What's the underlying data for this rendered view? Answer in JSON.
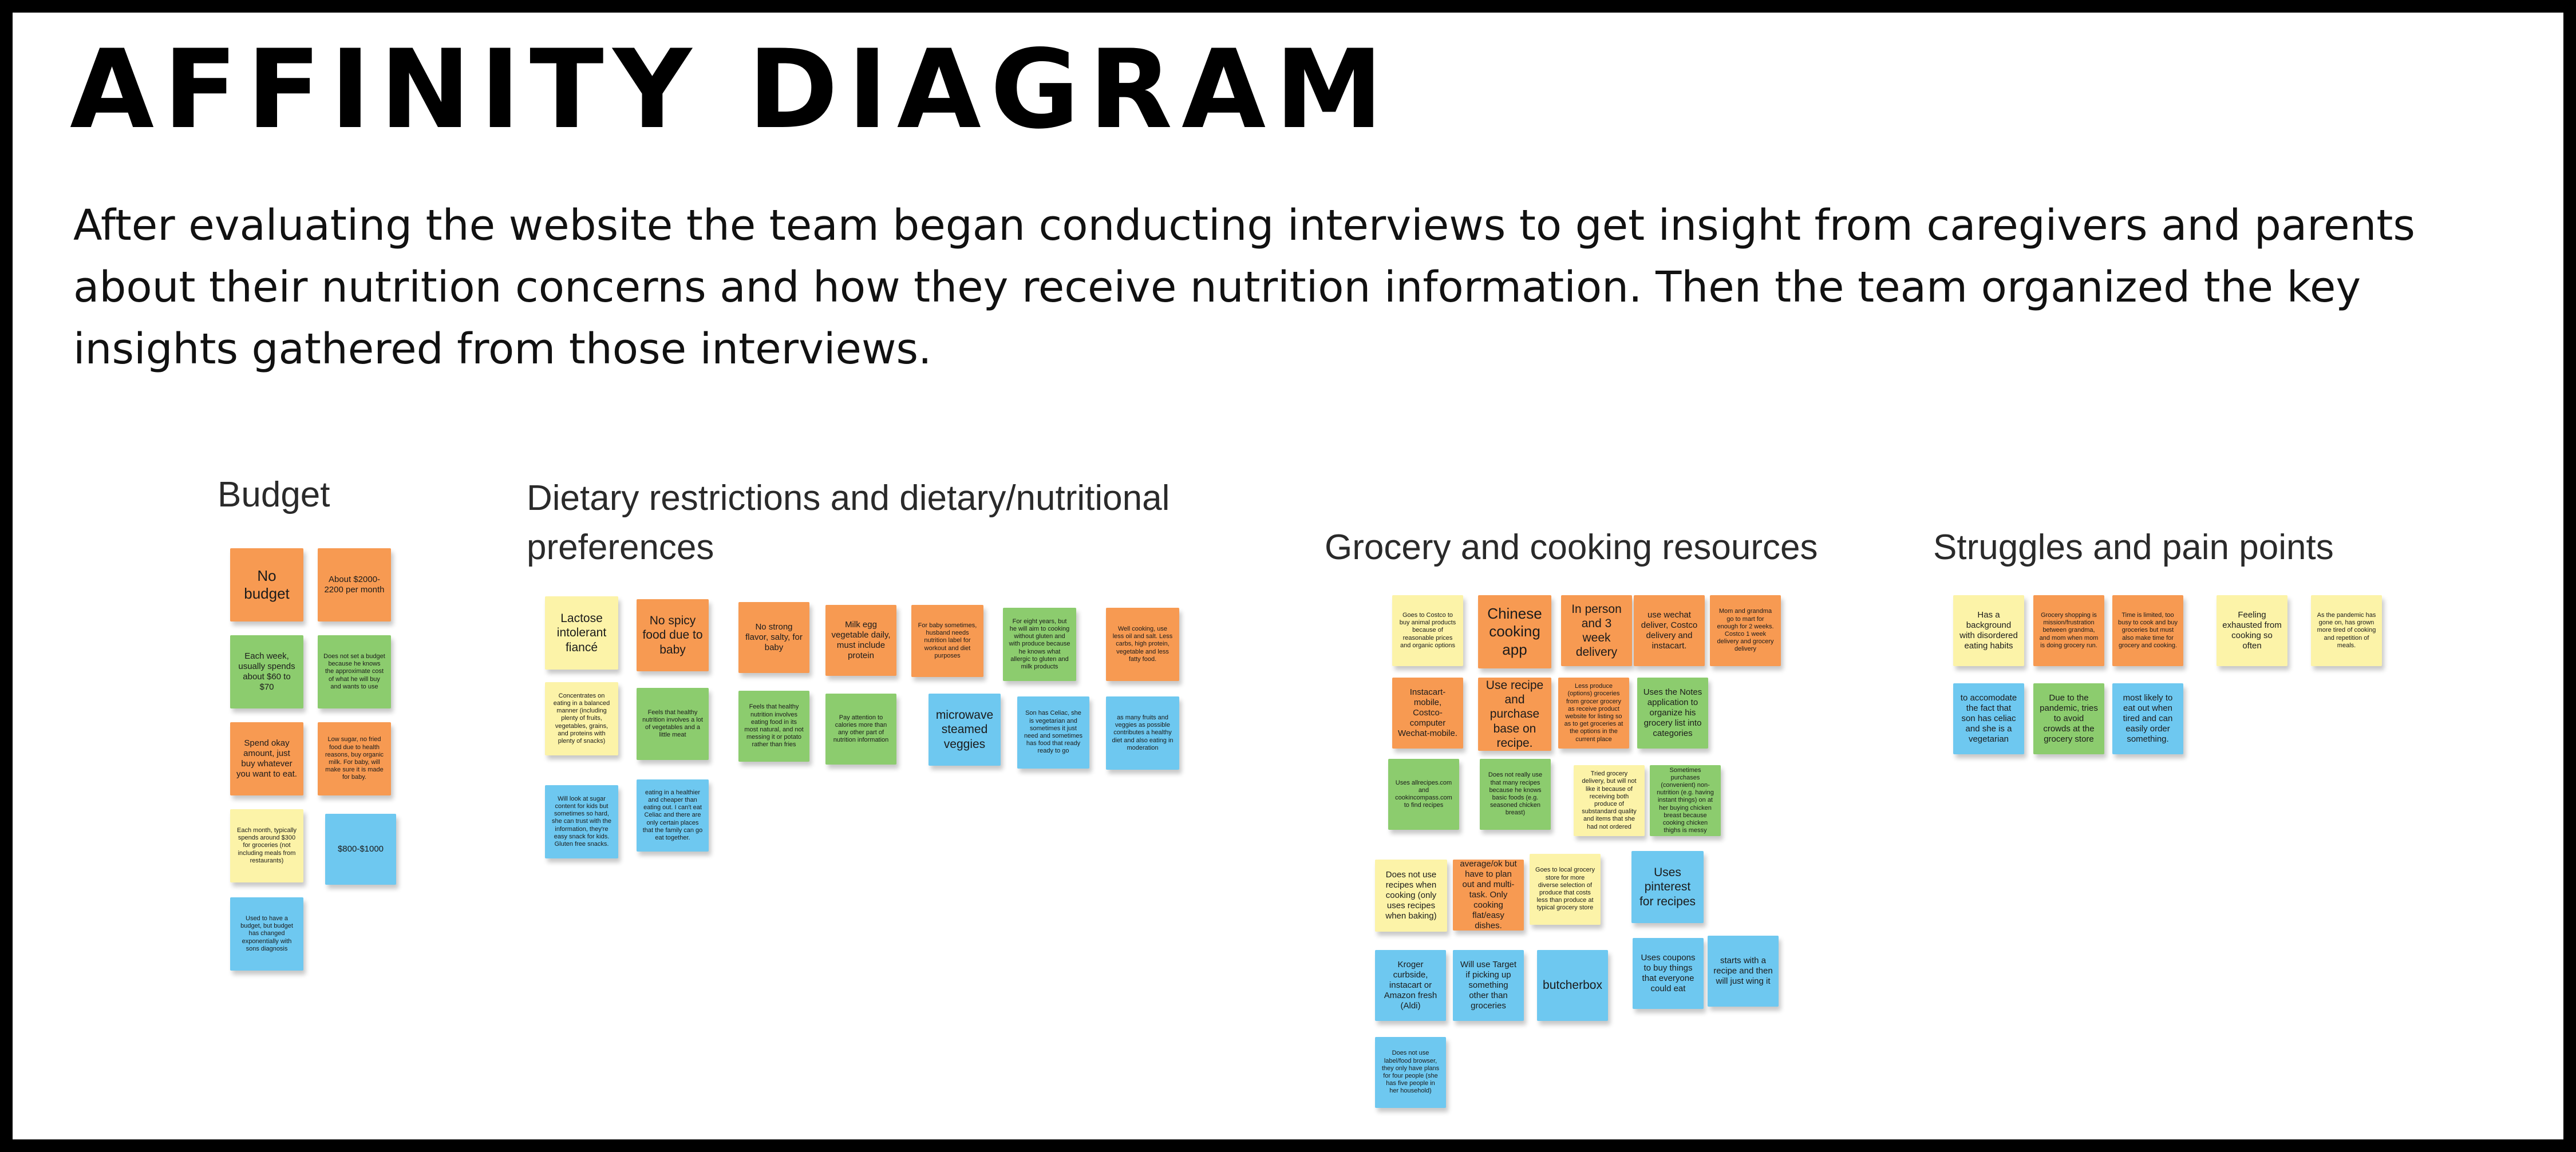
{
  "title": "AFFINITY DIAGRAM",
  "intro": "After evaluating the website the team began conducting interviews to get insight from caregivers and parents about their nutrition concerns and how they receive nutrition information. Then the team organized the key insights gathered from those interviews.",
  "colors": {
    "orange": "#f79a52",
    "green": "#8ccc6e",
    "yellow": "#fcf3a8",
    "blue": "#6ec8f0",
    "border": "#000000"
  },
  "groups": [
    {
      "title": "Budget",
      "notes": [
        {
          "text": "No budget",
          "color": "orange"
        },
        {
          "text": "About $2000-2200 per month",
          "color": "orange"
        },
        {
          "text": "Each week, usually spends about $60 to $70",
          "color": "green"
        },
        {
          "text": "Does not set a budget because he knows the approximate cost of what he will buy and wants to use",
          "color": "green"
        },
        {
          "text": "Spend okay amount, just buy whatever you want to eat.",
          "color": "orange"
        },
        {
          "text": "Low sugar, no fried food due to health reasons, buy organic milk. For baby, will make sure it is made for baby.",
          "color": "orange"
        },
        {
          "text": "Each month, typically spends around $300 for groceries (not including meals from restaurants)",
          "color": "yellow"
        },
        {
          "text": "$800-$1000",
          "color": "blue"
        },
        {
          "text": "Used to have a budget, but budget has changed exponentially with sons diagnosis",
          "color": "blue"
        }
      ]
    },
    {
      "title": "Dietary restrictions and dietary/nutritional preferences",
      "notes": [
        {
          "text": "Lactose intolerant fiancé",
          "color": "yellow"
        },
        {
          "text": "No spicy food due to baby",
          "color": "orange"
        },
        {
          "text": "No strong flavor, salty, for baby",
          "color": "orange"
        },
        {
          "text": "Milk egg vegetable daily, must include protein",
          "color": "orange"
        },
        {
          "text": "For baby sometimes, husband needs nutrition label for workout and diet purposes",
          "color": "orange"
        },
        {
          "text": "For eight years, but he will aim to cooking without gluten and with produce because he knows what allergic to gluten and milk products",
          "color": "green"
        },
        {
          "text": "Well cooking, use less oil and salt. Less carbs, high protein, vegetable and less fatty food.",
          "color": "orange"
        },
        {
          "text": "Concentrates on eating in a balanced manner (including plenty of fruits, vegetables, grains, and proteins with plenty of snacks)",
          "color": "yellow"
        },
        {
          "text": "Feels that healthy nutrition involves a lot of vegetables and a little meat",
          "color": "green"
        },
        {
          "text": "Feels that healthy nutrition involves eating food in its most natural, and not messing it or potato rather than fries",
          "color": "green"
        },
        {
          "text": "Pay attention to calories more than any other part of nutrition information",
          "color": "green"
        },
        {
          "text": "microwave steamed veggies",
          "color": "blue"
        },
        {
          "text": "Son has Celiac, she is vegetarian and sometimes it just need and sometimes has food that ready ready to go",
          "color": "blue"
        },
        {
          "text": "as many fruits and veggies as possible contributes a healthy diet and also eating in moderation",
          "color": "blue"
        },
        {
          "text": "Will look at sugar content for kids but sometimes so hard, she can trust with the information, they're easy snack for kids. Gluten free snacks.",
          "color": "blue"
        },
        {
          "text": "eating in a healthier and cheaper than eating out. I can't eat Celiac and there are only certain places that the family can go eat together.",
          "color": "blue"
        }
      ]
    },
    {
      "title": "Grocery and cooking resources",
      "notes": [
        {
          "text": "Goes to Costco to buy animal products because of reasonable prices and organic options",
          "color": "yellow"
        },
        {
          "text": "Chinese cooking app",
          "color": "orange"
        },
        {
          "text": "In person and 3 week delivery",
          "color": "orange"
        },
        {
          "text": "use wechat deliver, Costco delivery and instacart.",
          "color": "orange"
        },
        {
          "text": "Mom and grandma go to mart for enough for 2 weeks. Costco 1 week delivery and grocery delivery",
          "color": "orange"
        },
        {
          "text": "Instacart-mobile, Costco-computer Wechat-mobile.",
          "color": "orange"
        },
        {
          "text": "Use recipe and purchase base on recipe.",
          "color": "orange"
        },
        {
          "text": "Less produce (options) groceries from grocer grocery as receive product website for listing so as to get groceries at the options in the current place",
          "color": "orange"
        },
        {
          "text": "Uses the Notes application to organize his grocery list into categories",
          "color": "green"
        },
        {
          "text": "Uses allrecipes.com and cookincompass.com to find recipes",
          "color": "green"
        },
        {
          "text": "Does not really use that many recipes because he knows basic foods (e.g. seasoned chicken breast)",
          "color": "green"
        },
        {
          "text": "Tried grocery delivery, but will not like it because of receiving both produce of substandard quality and items that she had not ordered",
          "color": "yellow"
        },
        {
          "text": "Sometimes purchases (convenient) non-nutrition (e.g. having instant things) on at her buying chicken breast because cooking chicken thighs is messy",
          "color": "green"
        },
        {
          "text": "Does not use recipes when cooking (only uses recipes when baking)",
          "color": "yellow"
        },
        {
          "text": "average/ok but have to plan out and multi-task. Only cooking flat/easy dishes.",
          "color": "orange"
        },
        {
          "text": "Goes to local grocery store for more diverse selection of produce that costs less than produce at typical grocery store",
          "color": "yellow"
        },
        {
          "text": "Uses pinterest for recipes",
          "color": "blue"
        },
        {
          "text": "Kroger curbside, instacart or Amazon fresh (Aldi)",
          "color": "blue"
        },
        {
          "text": "Will use Target if picking up something other than groceries",
          "color": "blue"
        },
        {
          "text": "butcherbox",
          "color": "blue"
        },
        {
          "text": "Uses coupons to buy things that everyone could eat",
          "color": "blue"
        },
        {
          "text": "starts with a recipe and then will just wing it",
          "color": "blue"
        },
        {
          "text": "Does not use label/food browser, they only have plans for four people (she has five people in her household)",
          "color": "blue"
        }
      ]
    },
    {
      "title": "Struggles and pain points",
      "notes": [
        {
          "text": "Has a background with disordered eating habits",
          "color": "yellow"
        },
        {
          "text": "Grocery shopping is mission/frustration between grandma, and mom when mom is doing grocery run.",
          "color": "orange"
        },
        {
          "text": "Time is limited, too busy to cook and buy groceries but must also make time for grocery and cooking.",
          "color": "orange"
        },
        {
          "text": "Feeling exhausted from cooking so often",
          "color": "yellow"
        },
        {
          "text": "As the pandemic has gone on, has grown more tired of cooking and repetition of meals.",
          "color": "yellow"
        },
        {
          "text": "to accomodate the fact that son has celiac and she is a vegetarian",
          "color": "blue"
        },
        {
          "text": "Due to the pandemic, tries to avoid crowds at the grocery store",
          "color": "green"
        },
        {
          "text": "most likely to eat out when tired and can easily order something.",
          "color": "blue"
        }
      ]
    }
  ]
}
